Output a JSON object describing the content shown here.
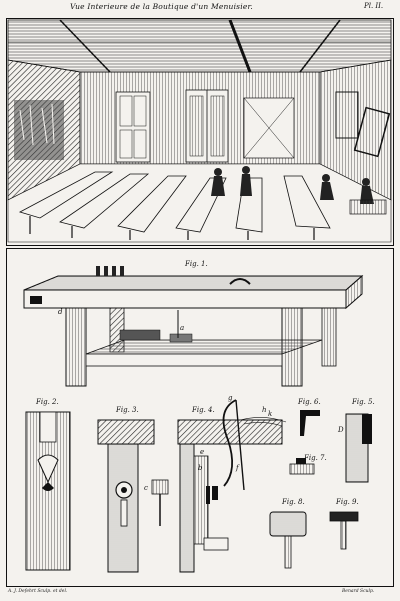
{
  "plate": {
    "title": "Vue Interieure de la Boutique d'un Menuisier.",
    "number": "Pl. II.",
    "signature_left": "A. J. Defehrt Sculp. et del.",
    "signature_right": "Benard Sculp."
  },
  "figures": {
    "fig1": "Fig. 1.",
    "fig2": "Fig. 2.",
    "fig3": "Fig. 3.",
    "fig4": "Fig. 4.",
    "fig5": "Fig. 5.",
    "fig6": "Fig. 6.",
    "fig7": "Fig. 7.",
    "fig8": "Fig. 8.",
    "fig9": "Fig. 9."
  },
  "letters": {
    "a": "a",
    "b": "b",
    "c": "c",
    "d": "d",
    "e": "e",
    "f": "f",
    "g": "g",
    "h": "h",
    "k": "k",
    "D": "D"
  },
  "colors": {
    "ink": "#111111",
    "paper": "#f4f2ee",
    "shade": "#555555"
  }
}
